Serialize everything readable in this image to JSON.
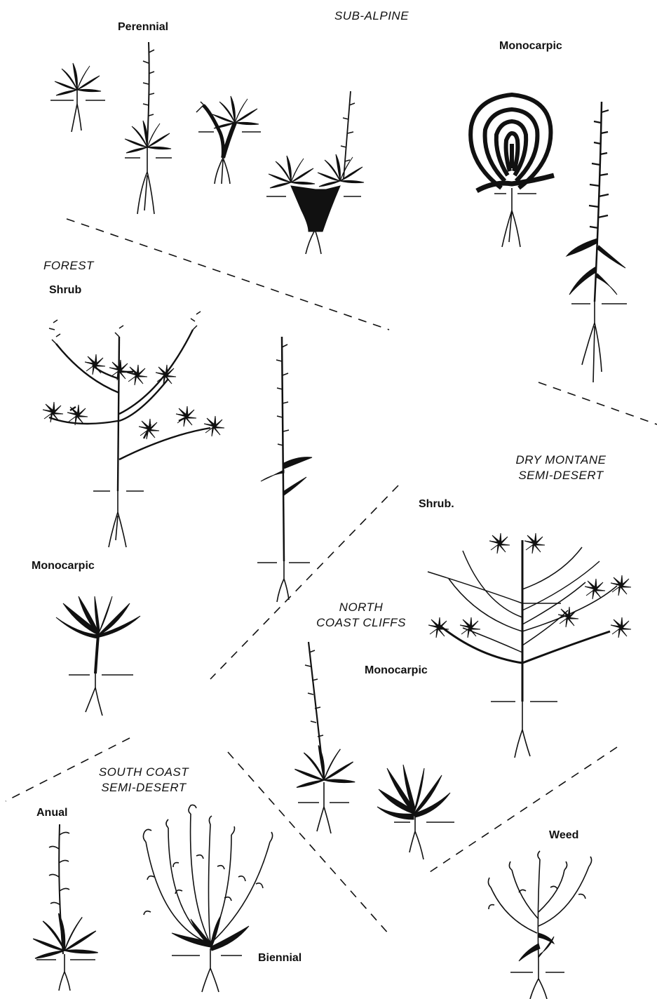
{
  "zones": {
    "sub_alpine": "SUB-ALPINE",
    "forest": "FOREST",
    "dry_montane_line1": "DRY MONTANE",
    "dry_montane_line2": "SEMI-DESERT",
    "north_coast_line1": "NORTH",
    "north_coast_line2": "COAST CLIFFS",
    "south_coast_line1": "SOUTH COAST",
    "south_coast_line2": "SEMI-DESERT"
  },
  "labels": {
    "perennial": "Perennial",
    "monocarpic_subalpine": "Monocarpic",
    "shrub_forest": "Shrub",
    "monocarpic_forest": "Monocarpic",
    "shrub_drymontane": "Shrub.",
    "monocarpic_northcoast": "Monocarpic",
    "anual": "Anual",
    "biennial": "Biennial",
    "weed": "Weed"
  },
  "colors": {
    "ink": "#111111",
    "paper": "#ffffff"
  }
}
